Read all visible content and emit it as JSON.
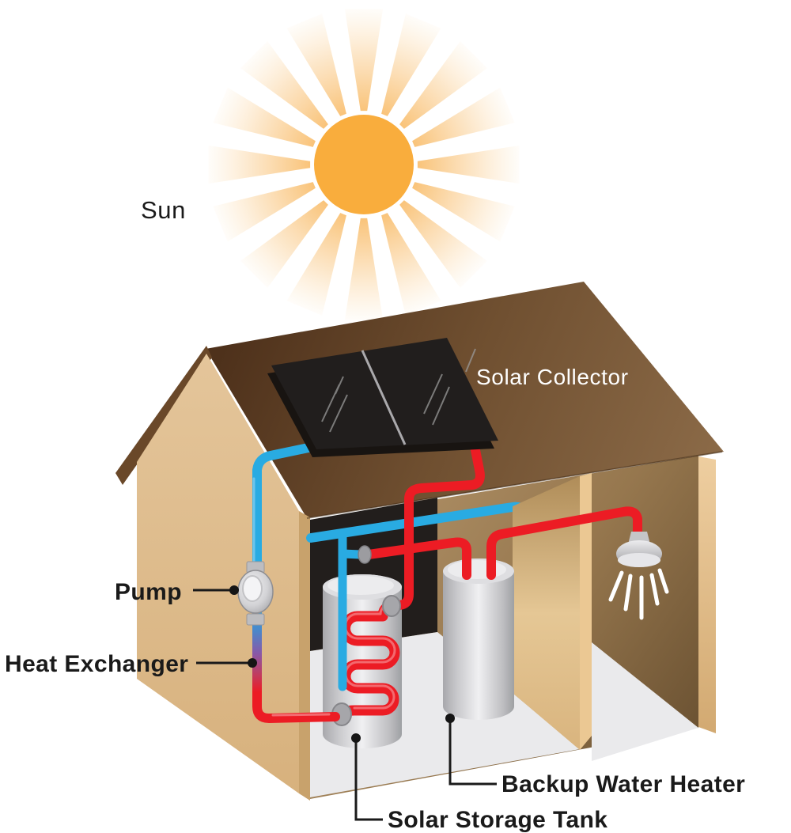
{
  "labels": {
    "sun": "Sun",
    "solar_collector": "Solar Collector",
    "pump": "Pump",
    "heat_exchanger": "Heat Exchanger",
    "backup_water_heater": "Backup Water Heater",
    "solar_storage_tank": "Solar Storage Tank"
  },
  "colors": {
    "sun": "#F9AD3D",
    "hot_pipe": "#EC1C24",
    "cold_pipe": "#29ABE2",
    "roof_dark": "#54371F",
    "roof_light": "#8A6846",
    "wall_tan": "#DDBB8E",
    "collector_panel": "#211E1D",
    "tank_gray": "#D9D9DC",
    "floor_gray": "#EAEAEC",
    "label_text": "#1A1A1A",
    "collector_label_text": "#FFFFFF"
  }
}
